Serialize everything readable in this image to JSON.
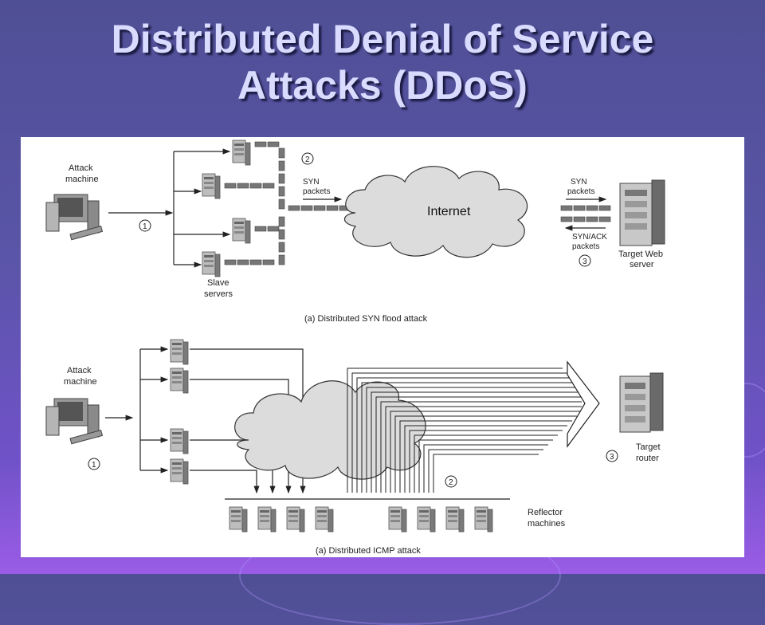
{
  "slide": {
    "title_line1": "Distributed Denial of Service",
    "title_line2": "Attacks (DDoS)"
  },
  "diagram_a": {
    "attack_machine_label_1": "Attack",
    "attack_machine_label_2": "machine",
    "slave_servers_label_1": "Slave",
    "slave_servers_label_2": "servers",
    "syn_packets_label_1": "SYN",
    "syn_packets_label_2": "packets",
    "internet_label": "Internet",
    "syn_right_label_1": "SYN",
    "syn_right_label_2": "packets",
    "synack_label_1": "SYN/ACK",
    "synack_label_2": "packets",
    "target_label_1": "Target Web",
    "target_label_2": "server",
    "step1": "1",
    "step2": "2",
    "step3": "3",
    "caption": "(a) Distributed SYN flood attack"
  },
  "diagram_b": {
    "attack_machine_label_1": "Attack",
    "attack_machine_label_2": "machine",
    "reflector_label_1": "Reflector",
    "reflector_label_2": "machines",
    "target_label_1": "Target",
    "target_label_2": "router",
    "step1": "1",
    "step2": "2",
    "step3": "3",
    "caption": "(a) Distributed ICMP attack"
  },
  "colors": {
    "background_top": "#4f4f95",
    "background_bottom": "#9a5ce6",
    "title": "#d9dbff",
    "panel": "#ffffff"
  }
}
